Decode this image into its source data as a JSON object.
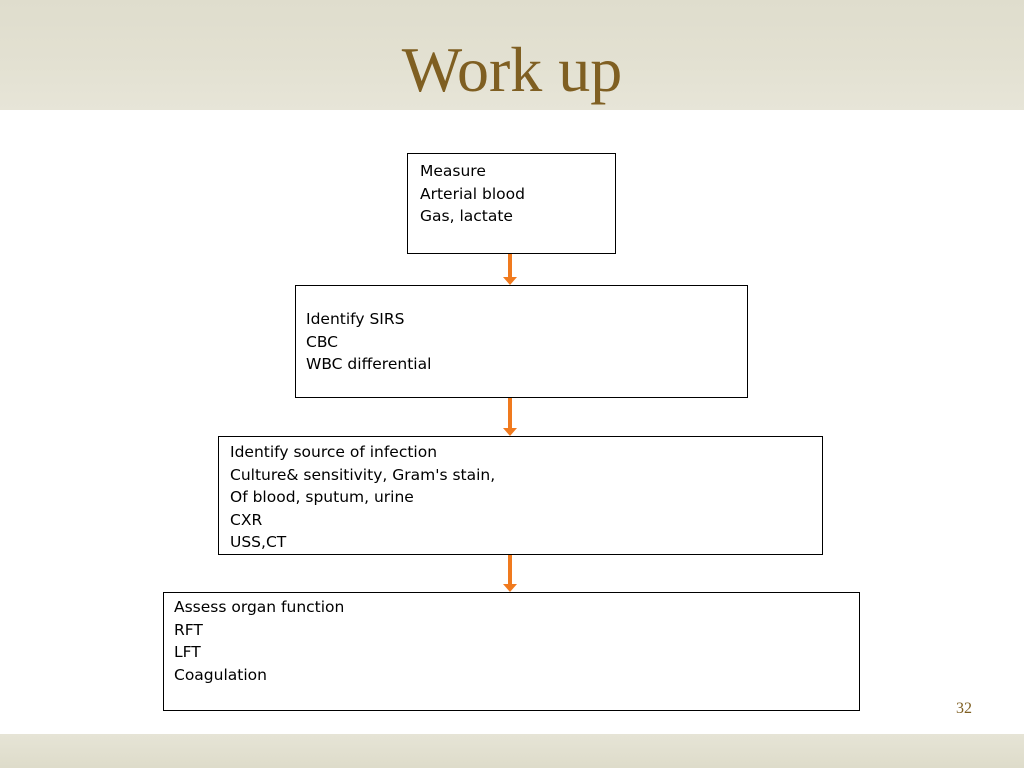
{
  "slide": {
    "title": "Work up",
    "page_number": "32"
  },
  "flowchart": {
    "boxes": [
      {
        "lines": [
          "Measure",
          "Arterial blood",
          "Gas, lactate"
        ]
      },
      {
        "lines": [
          "Identify SIRS",
          "CBC",
          "WBC differential"
        ]
      },
      {
        "lines": [
          "Identify source of infection",
          "Culture& sensitivity, Gram's stain,",
          "Of blood, sputum, urine",
          "CXR",
          "USS,CT"
        ]
      },
      {
        "lines": [
          "Assess organ function",
          "RFT",
          "LFT",
          "Coagulation"
        ]
      }
    ],
    "arrow_color": "#f07a1e"
  },
  "colors": {
    "title": "#7f5f22",
    "band": "#e2e0d0"
  }
}
